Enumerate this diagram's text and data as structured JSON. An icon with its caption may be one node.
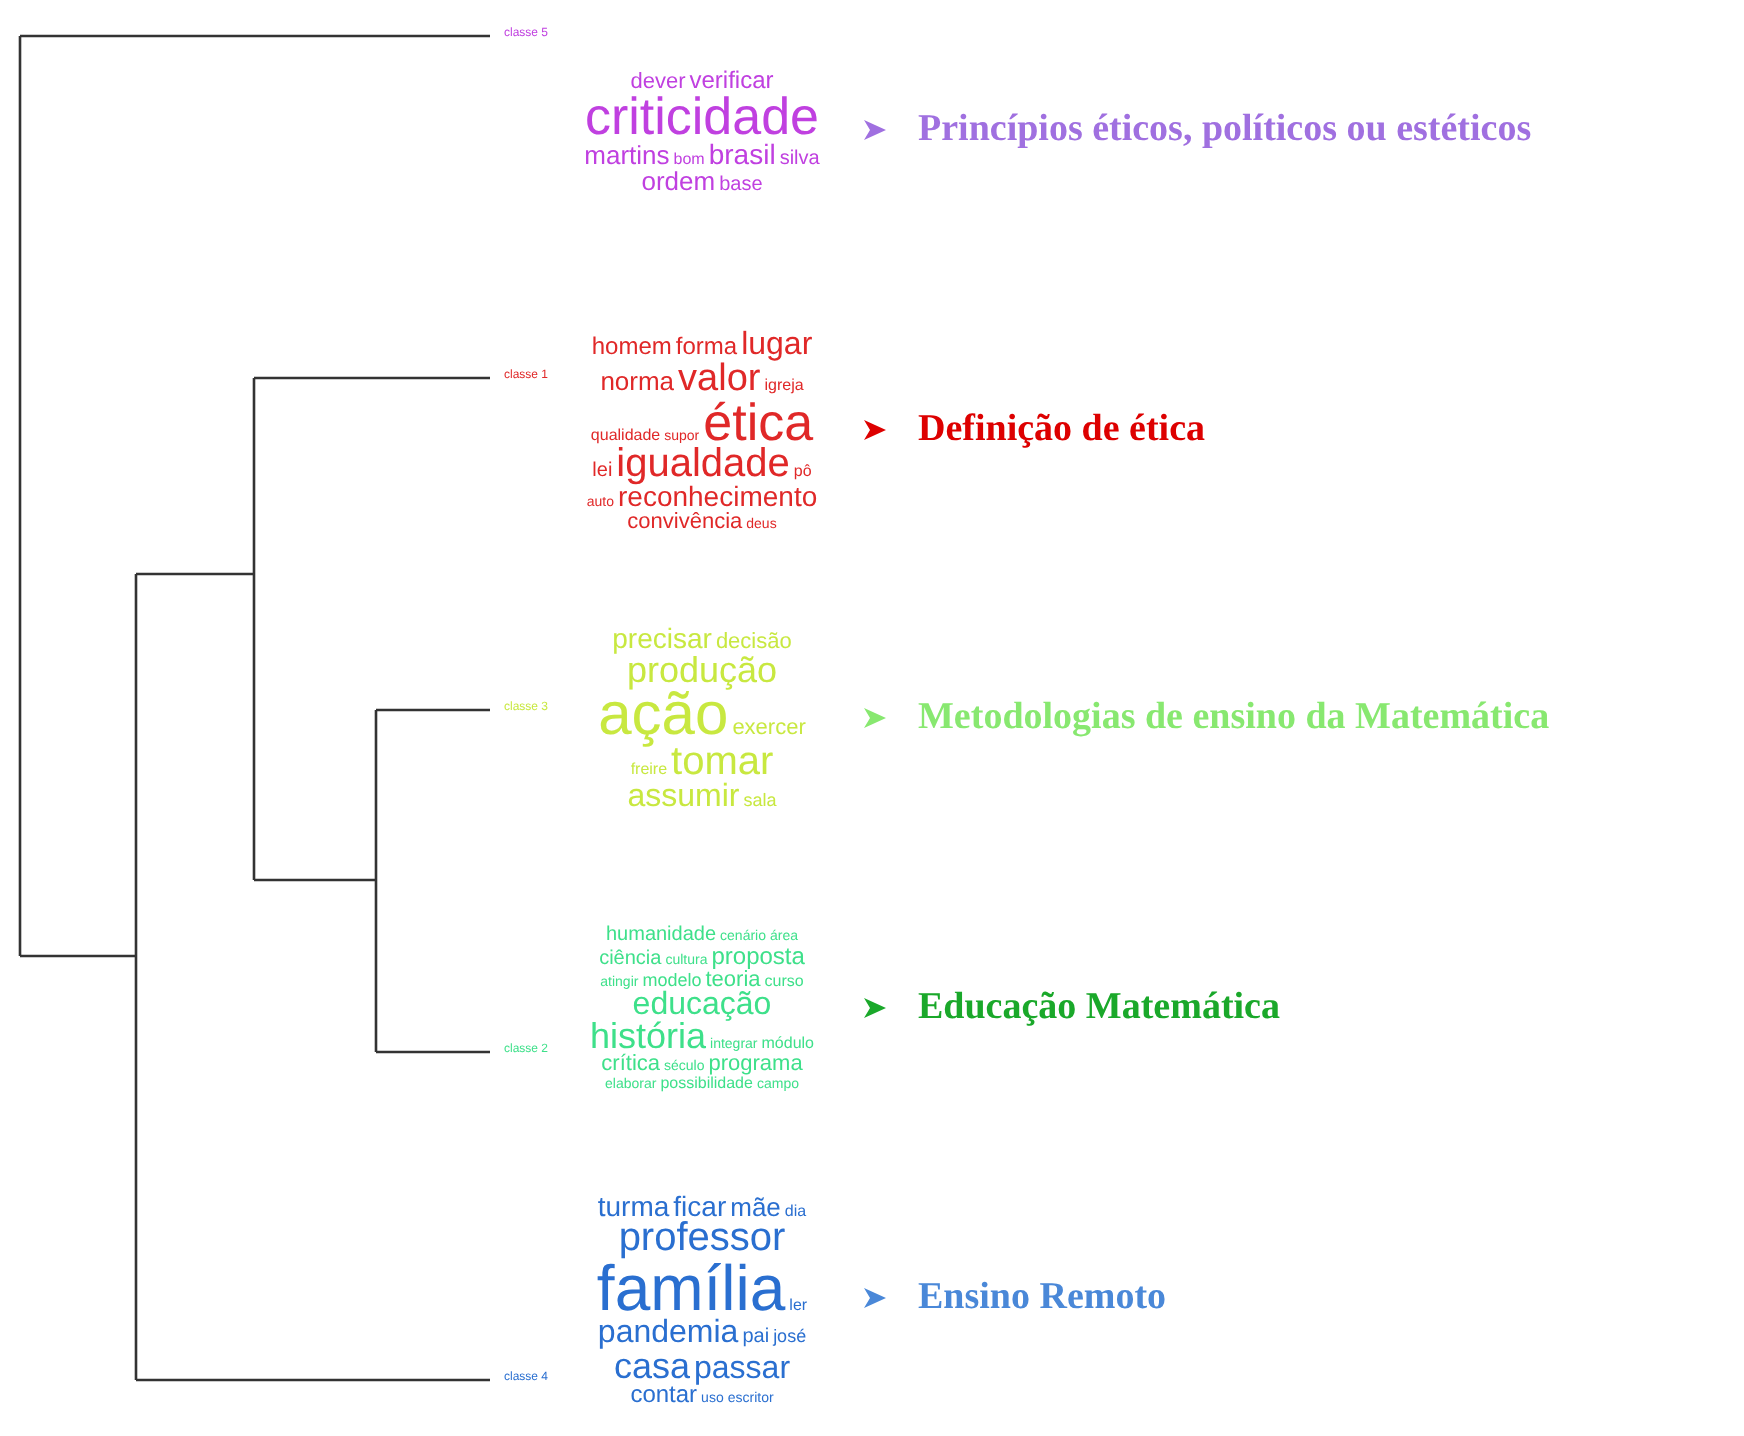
{
  "diagram": {
    "nodes": [
      {
        "text": [
          "dever",
          "verificar",
          "criticidade",
          "martins",
          "bom",
          "brasil",
          "silva",
          "ordem",
          "base"
        ],
        "beside": [
          "Princípios éticos, políticos ou estéticos"
        ]
      },
      {
        "text": [
          "homem",
          "forma",
          "lugar",
          "norma",
          "valor",
          "igreja",
          "qualidade",
          "supor",
          "ética",
          "lei",
          "igualdade",
          "pô",
          "auto",
          "reconhecimento",
          "convivência",
          "deus"
        ],
        "beside": [
          "Definição de ética"
        ]
      },
      {
        "text": [
          "precisar",
          "decisão",
          "produção",
          "ação",
          "exercer",
          "freire",
          "tomar",
          "assumir",
          "sala"
        ],
        "beside": [
          "Metodologias de ensino da Matemática"
        ]
      },
      {
        "text": [
          "humanidade",
          "cenário",
          "área",
          "ciência",
          "cultura",
          "proposta",
          "atingir",
          "modelo",
          "teoria",
          "curso",
          "educação",
          "história",
          "integrar",
          "módulo",
          "crítica",
          "século",
          "programa",
          "elaborar",
          "possibilidade",
          "campo"
        ],
        "beside": [
          "Educação Matemática"
        ]
      },
      {
        "text": [
          "turma",
          "ficar",
          "mãe",
          "dia",
          "professor",
          "família",
          "ler",
          "pandemia",
          "pai",
          "josé",
          "casa",
          "passar",
          "contar",
          "uso",
          "escritor"
        ],
        "beside": [
          "Ensino Remoto"
        ]
      }
    ],
    "labels": [
      "classe 5",
      "classe 1",
      "classe 3",
      "classe 2",
      "classe 4"
    ]
  }
}
